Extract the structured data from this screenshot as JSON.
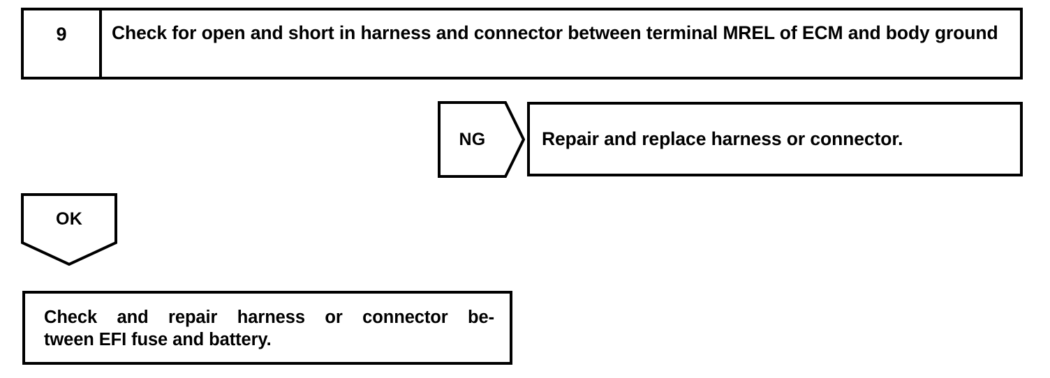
{
  "diagram": {
    "type": "troubleshooting-flowchart",
    "colors": {
      "ink": "#000000",
      "paper": "#ffffff"
    },
    "step": {
      "number": "9",
      "instruction": "Check for open and short in harness and connector between terminal MREL of ECM and body ground"
    },
    "branches": {
      "ng": {
        "label": "NG",
        "direction": "right",
        "result": "Repair and replace harness or connector."
      },
      "ok": {
        "label": "OK",
        "direction": "down",
        "result_line1": "Check and repair harness or connector be-",
        "result_line2": "tween EFI fuse and battery.",
        "result_full": "Check and repair harness or connector between EFI fuse and battery."
      }
    }
  }
}
